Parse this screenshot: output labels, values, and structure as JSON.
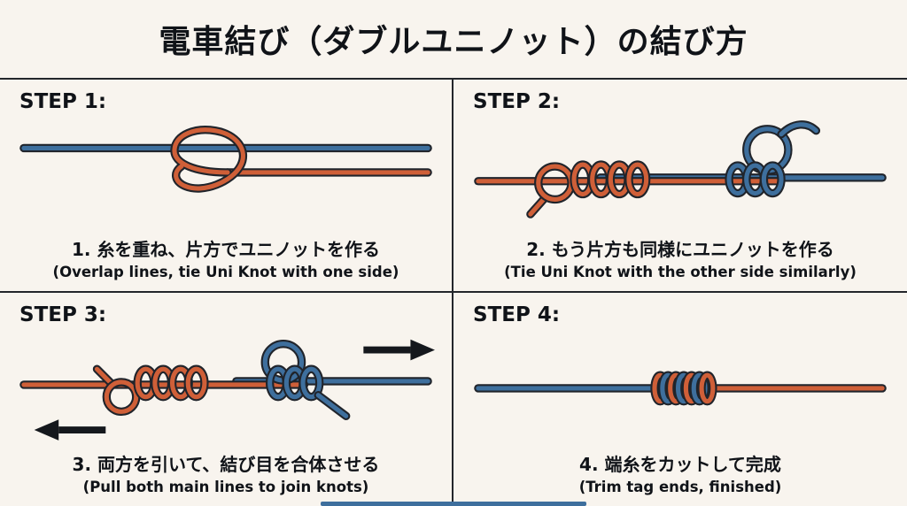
{
  "title": "電車結び（ダブルユニノット）の結び方",
  "steps": [
    {
      "label": "STEP 1:",
      "caption_ja": "1. 糸を重ね、片方でユニノットを作る",
      "caption_en": "(Overlap lines, tie Uni Knot with one side)"
    },
    {
      "label": "STEP 2:",
      "caption_ja": "2. もう片方も同様にユニノットを作る",
      "caption_en": "(Tie Uni Knot with the other side similarly)"
    },
    {
      "label": "STEP 3:",
      "caption_ja": "3. 両方を引いて、結び目を合体させる",
      "caption_en": "(Pull both main lines to join knots)"
    },
    {
      "label": "STEP 4:",
      "caption_ja": "4. 端糸をカットして完成",
      "caption_en": "(Trim tag ends, finished)"
    }
  ],
  "icons": {
    "step3_arrows": [
      "pull-arrow-left",
      "pull-arrow-right"
    ]
  },
  "colors": {
    "blue": "#3e6f9d",
    "orange": "#cf5f38",
    "outline": "#20242b",
    "background": "#f8f4ee",
    "text": "#101318"
  }
}
